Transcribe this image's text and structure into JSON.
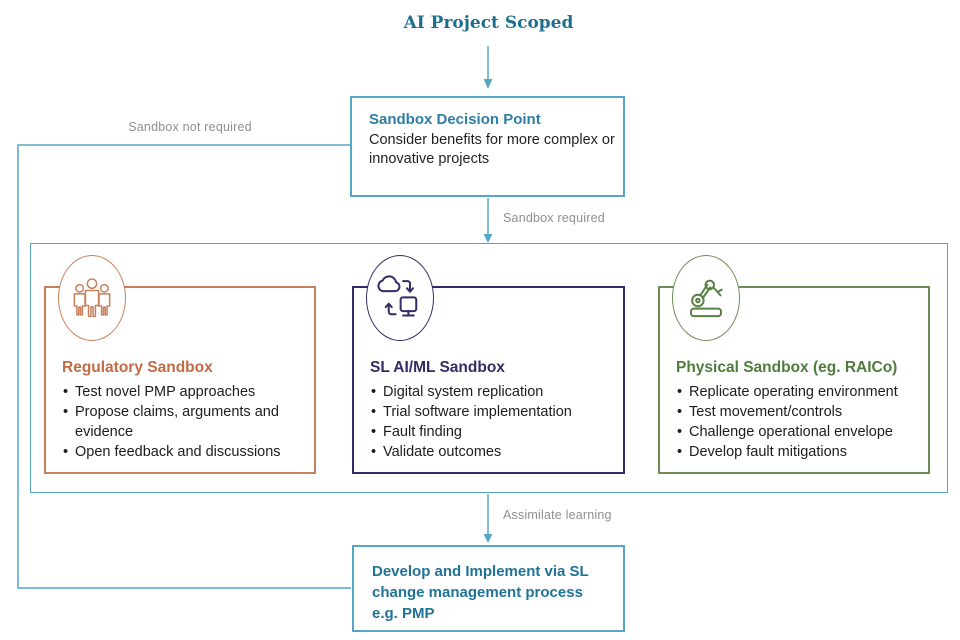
{
  "title": "AI Project Scoped",
  "colors": {
    "flow_blue": "#56A6C6",
    "title_teal": "#1E6E8E",
    "decision_title_teal": "#2E7DA2",
    "outcome_teal": "#1F7396",
    "body_text": "#231F20",
    "label_gray": "#8D8F92",
    "regulatory_orange": "#C26B45",
    "regulatory_border": "#C8805C",
    "aiml_purple": "#352A66",
    "physical_green": "#4F7C3C",
    "physical_border": "#6D8C55"
  },
  "decision": {
    "title": "Sandbox Decision Point",
    "body": "Consider benefits for more complex or innovative projects"
  },
  "labels": {
    "not_required": "Sandbox not required",
    "required": "Sandbox required",
    "assimilate": "Assimilate learning"
  },
  "cards": [
    {
      "title": "Regulatory Sandbox",
      "icon": "people-icon",
      "bullets": [
        "Test novel PMP approaches",
        "Propose claims, arguments and evidence",
        "Open feedback and discussions"
      ]
    },
    {
      "title": "SL AI/ML Sandbox",
      "icon": "cloud-sync-icon",
      "bullets": [
        "Digital system replication",
        "Trial software implementation",
        "Fault finding",
        "Validate outcomes"
      ]
    },
    {
      "title": "Physical Sandbox (eg. RAICo)",
      "icon": "robot-arm-icon",
      "bullets": [
        "Replicate operating environment",
        "Test movement/controls",
        "Challenge operational envelope",
        "Develop fault mitigations"
      ]
    }
  ],
  "outcome": {
    "lines": [
      "Develop and Implement via SL",
      "change management process",
      "e.g. PMP"
    ]
  }
}
